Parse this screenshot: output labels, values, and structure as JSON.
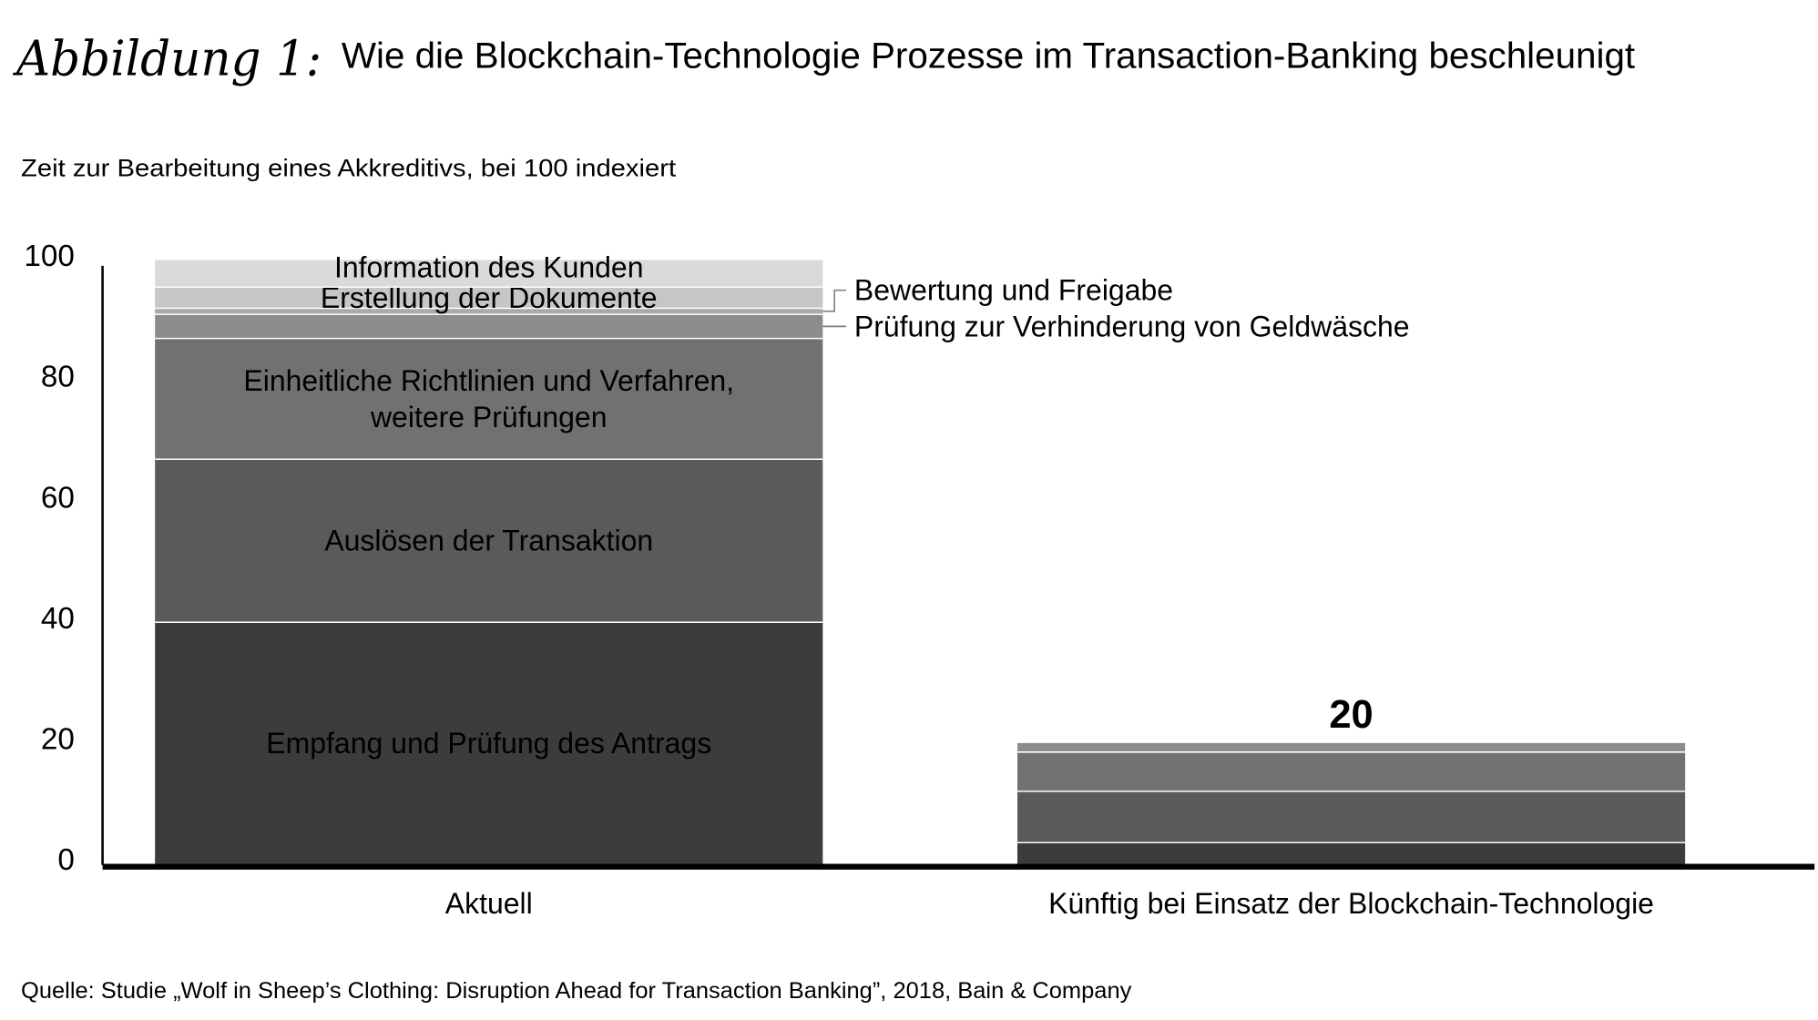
{
  "header": {
    "label": "Abbildung 1:"
  },
  "footer": {
    "source": "Quelle: Studie „Wolf in Sheep’s Clothing: Disruption Ahead for Transaction Banking”, 2018, Bain & Company"
  },
  "colors": {
    "figure_label": "#e1001a",
    "text": "#000000",
    "axis": "#000000",
    "separator": "#ffffff",
    "leader_line": "#808080",
    "background": "#ffffff"
  },
  "chart_data": {
    "type": "bar",
    "stacked": true,
    "title": "Wie die Blockchain-Technologie Prozesse im Transaction-Banking beschleunigt",
    "subtitle": "Zeit zur Bearbeitung eines Akkreditivs, bei 100 indexiert",
    "categories": [
      "Aktuell",
      "Künftig bei Einsatz der Blockchain-Technologie"
    ],
    "ylim": [
      0,
      100
    ],
    "yticks": [
      0,
      20,
      40,
      60,
      80,
      100
    ],
    "grid": false,
    "series": [
      {
        "label_lines": [
          "Empfang und Prüfung des Antrags"
        ],
        "values": [
          40,
          3.5
        ],
        "color": "#3c3c3c",
        "label_placement": "inside",
        "label_color": "#ffffff"
      },
      {
        "label_lines": [
          "Auslösen der Transaktion"
        ],
        "values": [
          27,
          8.5
        ],
        "color": "#5a5a5a",
        "label_placement": "inside",
        "label_color": "#ffffff"
      },
      {
        "label_lines": [
          "Einheitliche Richtlinien und Verfahren,",
          "weitere Prüfungen"
        ],
        "values": [
          20,
          6.5
        ],
        "color": "#717171",
        "label_placement": "inside",
        "label_color": "#ffffff"
      },
      {
        "label_lines": [
          "Prüfung zur Verhinderung von Geldwäsche"
        ],
        "values": [
          4,
          1.5
        ],
        "color": "#8c8c8c",
        "label_placement": "callout-right",
        "label_color": "#000000"
      },
      {
        "label_lines": [
          "Bewertung und Freigabe"
        ],
        "values": [
          1,
          0
        ],
        "color": "#a9a9a9",
        "label_placement": "callout-right",
        "label_color": "#000000"
      },
      {
        "label_lines": [
          "Erstellung der Dokumente"
        ],
        "values": [
          3.5,
          0
        ],
        "color": "#c6c6c6",
        "label_placement": "inside",
        "label_color": "#000000"
      },
      {
        "label_lines": [
          "Information des Kunden"
        ],
        "values": [
          4.5,
          0
        ],
        "color": "#dadada",
        "label_placement": "inside",
        "label_color": "#000000"
      }
    ],
    "total_labels": [
      null,
      "20"
    ]
  }
}
